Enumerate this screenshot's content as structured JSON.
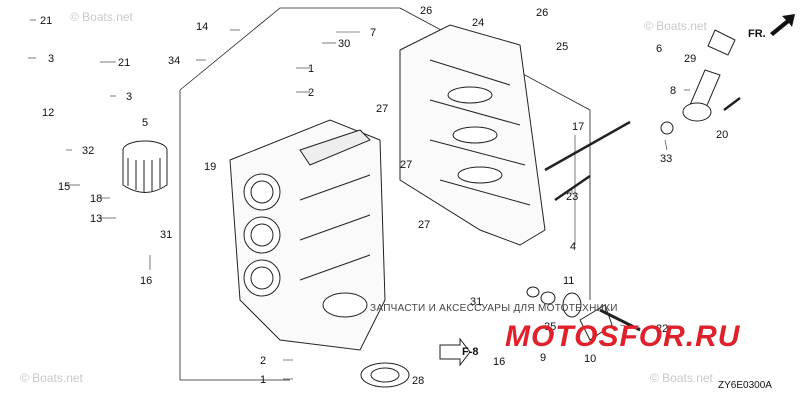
{
  "watermark": "© Boats.net",
  "banner_text": "ЗАПЧАСТИ И АКСЕССУАРЫ ДЛЯ МОТОТЕХНИКИ",
  "logo_text": "MOTOSFOR.RU",
  "direction_label": "FR.",
  "section_ref": "F-8",
  "drawing_code": "ZY6E0300A",
  "callouts": {
    "c1": "1",
    "c2": "2",
    "c3": "3",
    "c4": "4",
    "c5": "5",
    "c6": "6",
    "c7": "7",
    "c8": "8",
    "c9": "9",
    "c10": "10",
    "c11": "11",
    "c12": "12",
    "c13": "13",
    "c14": "14",
    "c15": "15",
    "c16": "16",
    "c17": "17",
    "c18": "18",
    "c19": "19",
    "c20": "20",
    "c21": "21",
    "c22": "22",
    "c23": "23",
    "c24": "24",
    "c25": "25",
    "c26": "26",
    "c27": "27",
    "c28": "28",
    "c29": "29",
    "c30": "30",
    "c31": "31",
    "c32": "32",
    "c33": "33",
    "c34": "34",
    "c35": "35"
  }
}
